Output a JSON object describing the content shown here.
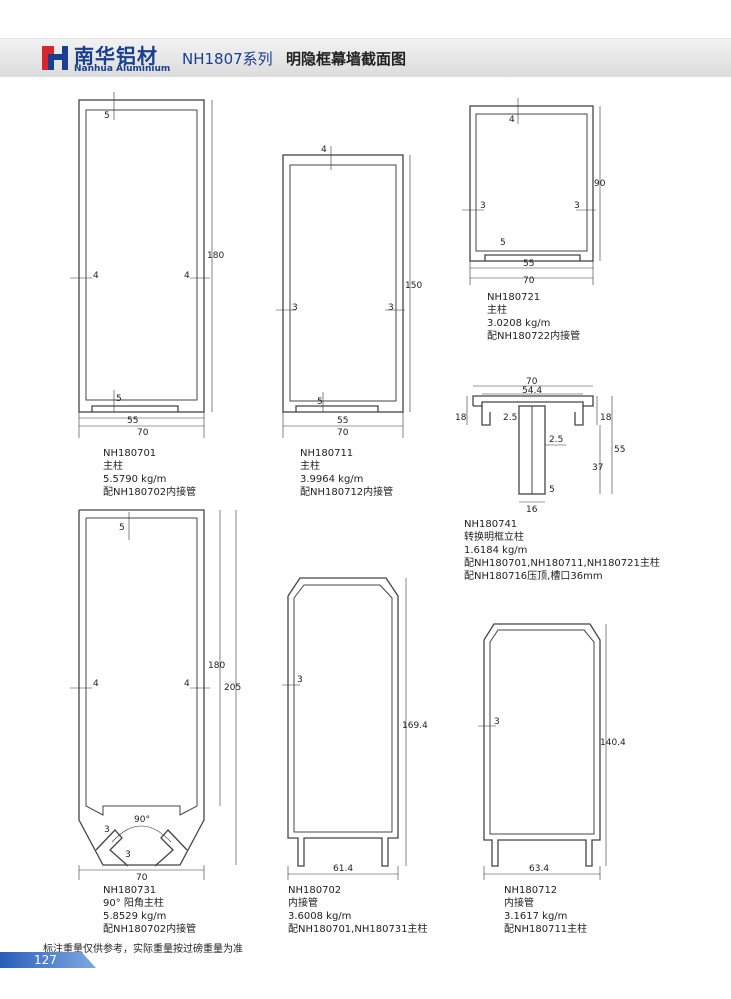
{
  "header": {
    "brand_cn": "南华铝材",
    "brand_en": "Nanhua Aluminium",
    "series": "NH1807系列",
    "title": "明隐框幕墙截面图",
    "brand_color": "#1a3f8f"
  },
  "profiles": [
    {
      "code": "NH180701",
      "name": "主柱",
      "weight": "5.5790 kg/m",
      "note": "配NH180702内接管",
      "dims": {
        "top_wall": "5",
        "side_left": "4",
        "side_right": "4",
        "height": "180",
        "bottom_wall": "5",
        "slot": "55",
        "width": "70"
      }
    },
    {
      "code": "NH180711",
      "name": "主柱",
      "weight": "3.9964 kg/m",
      "note": "配NH180712内接管",
      "dims": {
        "top_wall": "4",
        "side_left": "3",
        "side_right": "3",
        "height": "150",
        "bottom_wall": "5",
        "slot": "55",
        "width": "70"
      }
    },
    {
      "code": "NH180721",
      "name": "主柱",
      "weight": "3.0208 kg/m",
      "note": "配NH180722内接管",
      "dims": {
        "top_wall": "4",
        "side_left": "3",
        "side_right": "3",
        "height": "90",
        "bottom_wall": "5",
        "slot": "55",
        "width": "70"
      }
    },
    {
      "code": "NH180741",
      "name": "转换明框立柱",
      "weight": "1.6184 kg/m",
      "note": "配NH180701,NH180711,NH180721主柱",
      "note2": "配NH180716压顶,槽口36mm",
      "dims": {
        "width": "70",
        "inner_width": "54.4",
        "flange_left": "18",
        "flange_right": "18",
        "wall_a": "2.5",
        "wall_b": "2.5",
        "height": "55",
        "stem": "37",
        "base_wall": "5",
        "base_width": "16"
      }
    },
    {
      "code": "NH180731",
      "name": "90° 阳角主柱",
      "weight": "5.8529 kg/m",
      "note": "配NH180702内接管",
      "dims": {
        "top_wall": "5",
        "side_left": "4",
        "side_right": "4",
        "height_inner": "180",
        "height": "205",
        "angle": "90°",
        "corner_wall": "3",
        "corner_wall_b": "3",
        "width": "70"
      }
    },
    {
      "code": "NH180702",
      "name": "内接管",
      "weight": "3.6008 kg/m",
      "note": "配NH180701,NH180731主柱",
      "dims": {
        "wall": "3",
        "height": "169.4",
        "width": "61.4"
      }
    },
    {
      "code": "NH180712",
      "name": "内接管",
      "weight": "3.1617 kg/m",
      "note": "配NH180711主柱",
      "dims": {
        "wall": "3",
        "height": "140.4",
        "width": "63.4"
      }
    }
  ],
  "footnote": "标注重量仅供参考，实际重量按过磅重量为准",
  "page_number": "127"
}
